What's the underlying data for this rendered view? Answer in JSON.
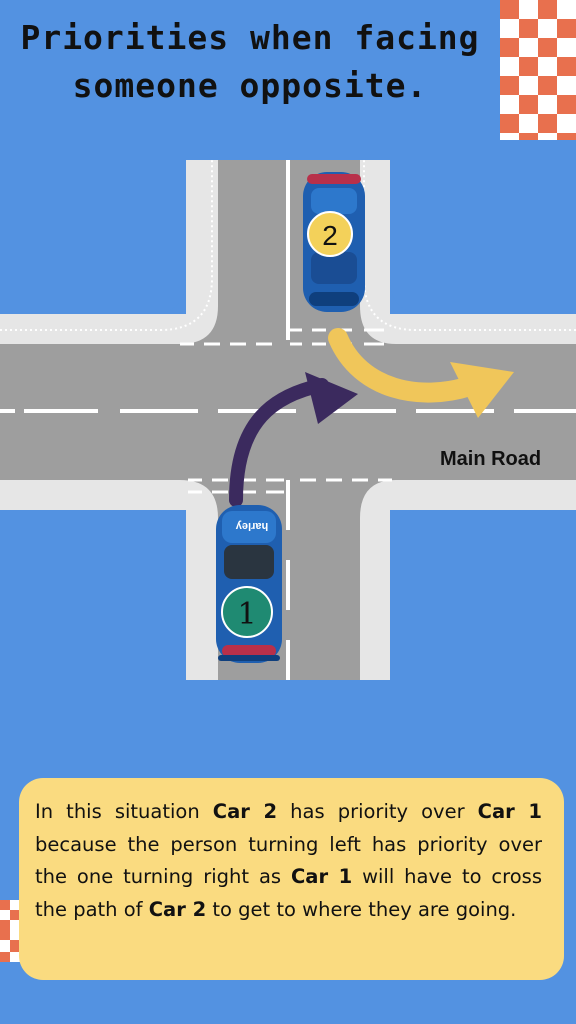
{
  "title": {
    "line1": "Priorities when facing",
    "line2": "someone opposite."
  },
  "road_label": "Main Road",
  "cars": {
    "car2": {
      "number": "2",
      "badge_color": "#f3d15a",
      "body_color": "#1f5fb0"
    },
    "car1": {
      "number": "1",
      "badge_color": "#1f8a72",
      "body_color": "#1f5fb0",
      "decal": "harley"
    }
  },
  "arrows": {
    "car1_path_color": "#3b2a5e",
    "car2_path_color": "#f0c65a"
  },
  "sign": {
    "name": "crossroads-warning-sign",
    "border_color": "#d4202a"
  },
  "info": {
    "p1": "In this situation ",
    "b1": "Car 2",
    "p2": " has priority over ",
    "b2": "Car 1",
    "p3": " because the person turning left has priority over the one turning right as ",
    "b3": "Car 1",
    "p4": " will have to cross the path of ",
    "b4": "Car 2",
    "p5": " to get to where they are going."
  },
  "colors": {
    "background": "#5392e1",
    "road": "#9e9e9e",
    "curb": "#e6e6e6",
    "info_box": "#fadb80",
    "checker": "#e8704e"
  }
}
